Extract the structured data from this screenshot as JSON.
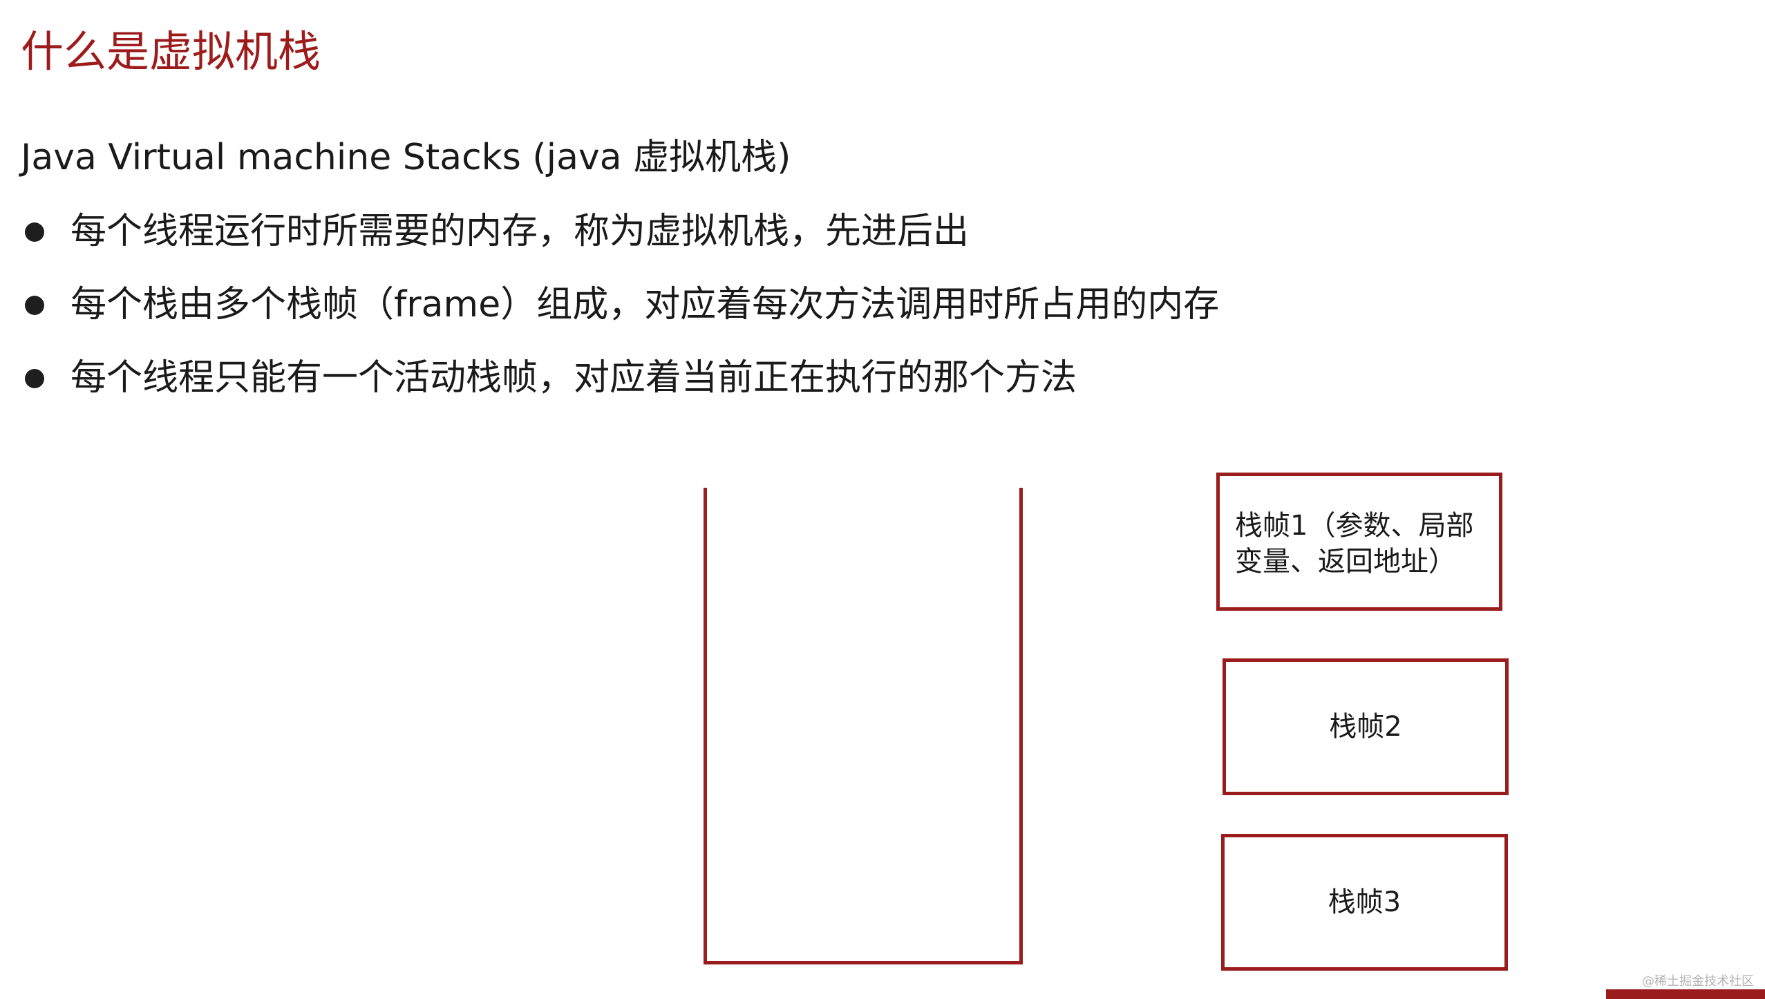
{
  "slide": {
    "title": "什么是虚拟机栈",
    "subtitle": "Java Virtual machine Stacks (java 虚拟机栈)",
    "bullets": [
      "每个线程运行时所需要的内存，称为虚拟机栈，先进后出",
      "每个栈由多个栈帧（frame）组成，对应着每次方法调用时所占用的内存",
      "每个线程只能有一个活动栈帧，对应着当前正在执行的那个方法"
    ]
  },
  "diagram": {
    "frames": [
      {
        "line1": "栈帧1（参数、局部",
        "line2": "变量、返回地址）"
      },
      {
        "label": "栈帧2"
      },
      {
        "label": "栈帧3"
      }
    ]
  },
  "watermark": "@稀土掘金技术社区",
  "colors": {
    "accent": "#9e1b1b",
    "text": "#1a1a1a"
  }
}
